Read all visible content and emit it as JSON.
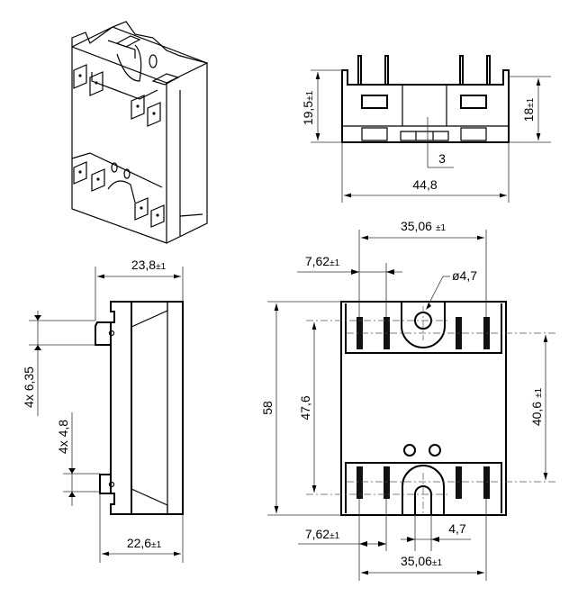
{
  "colors": {
    "line": "#000000",
    "background": "#ffffff"
  },
  "top_view": {
    "height_left": "19,5",
    "height_left_tol": "±1",
    "height_right": "18",
    "height_right_tol": "±1",
    "offset": "3",
    "width": "44,8"
  },
  "side_view": {
    "depth_top": "23,8",
    "depth_top_tol": "±1",
    "depth_bottom": "22,6",
    "depth_bottom_tol": "±1",
    "tab_width": "4x 6,35",
    "tab_thickness": "4x 4,8"
  },
  "front_view": {
    "pitch_total_top": "35,06",
    "pitch_total_top_tol": "±1",
    "pitch_top": "7,62",
    "pitch_top_tol": "±1",
    "hole_diameter": "ø4,7",
    "height": "58",
    "hole_spacing": "47,6",
    "pin_row_spacing": "40,6",
    "pin_row_spacing_tol": "±1",
    "pitch_bottom": "7,62",
    "pitch_bottom_tol": "±1",
    "slot_width": "4,7",
    "pitch_total_bottom": "35,06",
    "pitch_total_bottom_tol": "±1"
  }
}
